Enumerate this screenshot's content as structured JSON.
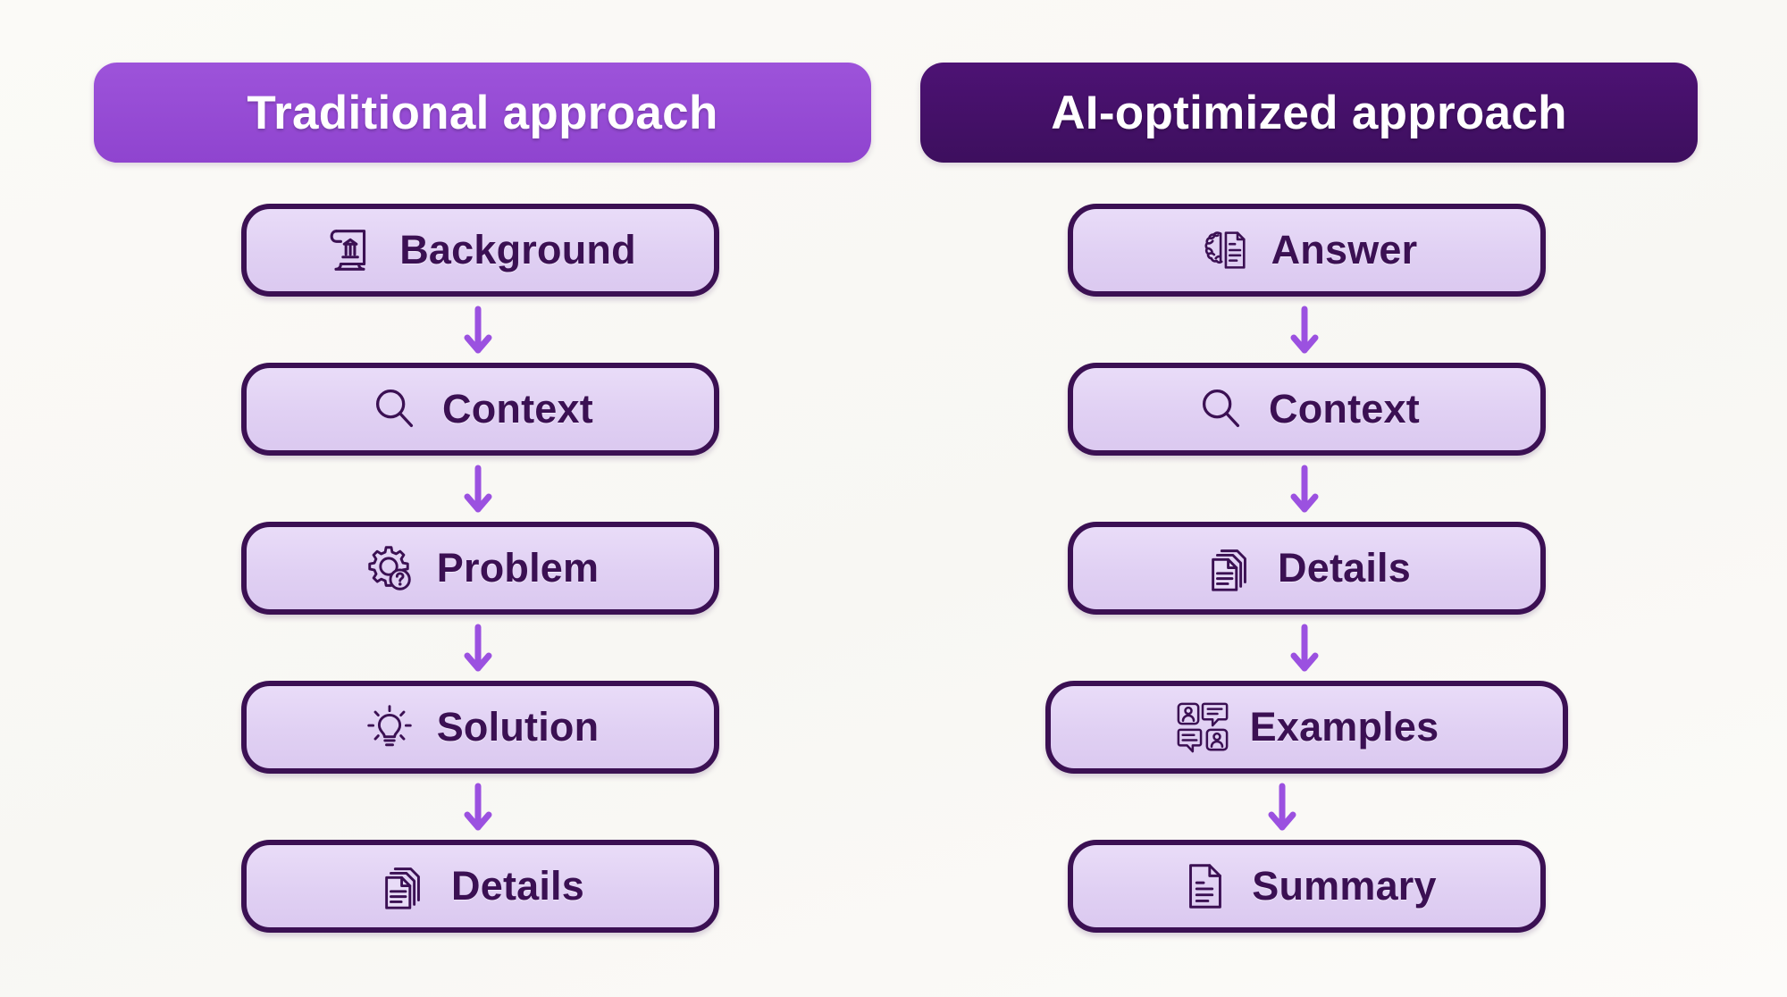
{
  "background_color": "#faf9f6",
  "accent_colors": {
    "traditional_header": "#9b4fd8",
    "optimized_header": "#48106e",
    "node_border": "#3b1053",
    "node_fill": "#e0d0f3",
    "arrow": "#9b51e0",
    "header_text": "#ffffff",
    "node_text": "#3b1053"
  },
  "columns": [
    {
      "id": "traditional",
      "header": {
        "label": "Traditional approach"
      },
      "steps": [
        {
          "label": "Background",
          "icon": "scroll-building-icon"
        },
        {
          "label": "Context",
          "icon": "magnifier-icon"
        },
        {
          "label": "Problem",
          "icon": "gear-question-icon"
        },
        {
          "label": "Solution",
          "icon": "lightbulb-icon"
        },
        {
          "label": "Details",
          "icon": "stacked-documents-icon"
        }
      ]
    },
    {
      "id": "ai-optimized",
      "header": {
        "label": "AI-optimized approach"
      },
      "steps": [
        {
          "label": "Answer",
          "icon": "brain-document-icon"
        },
        {
          "label": "Context",
          "icon": "magnifier-icon"
        },
        {
          "label": "Details",
          "icon": "stacked-documents-icon"
        },
        {
          "label": "Examples",
          "icon": "people-speech-bubbles-icon"
        },
        {
          "label": "Summary",
          "icon": "document-icon"
        }
      ]
    }
  ],
  "connector": {
    "icon": "arrow-down-icon",
    "count_per_column": 4
  }
}
